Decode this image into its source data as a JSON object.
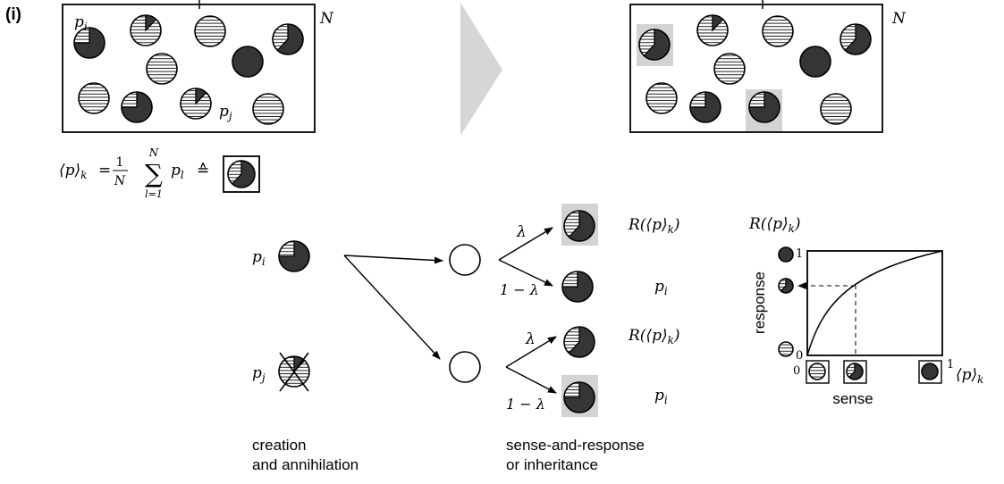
{
  "panel_label": "(i)",
  "population": {
    "size_label": "N",
    "label_pi": "p",
    "sub_i": "i",
    "label_pj": "p",
    "sub_j": "j"
  },
  "formula": {
    "lhs": "⟨p⟩",
    "lhs_sub": "k",
    "equals": "=",
    "frac_num": "1",
    "frac_den": "N",
    "sum_top": "N",
    "sum_symbol": "∑",
    "sum_bottom": "l=1",
    "term": "p",
    "term_sub": "l",
    "corresponds": "≙"
  },
  "process": {
    "pi": "p",
    "pi_sub": "i",
    "pj": "p",
    "pj_sub": "j",
    "lambda": "λ",
    "one_minus_lambda": "1 − λ",
    "response_func": "R(⟨p⟩",
    "response_func_sub": "k",
    "response_func_close": ")",
    "pi_out": "p",
    "pi_out_sub": "i"
  },
  "captions": {
    "creation_line1": "creation",
    "creation_line2": "and annihilation",
    "sense_line1": "sense-and-response",
    "sense_line2": "or inheritance"
  },
  "response_plot": {
    "title_func": "R(⟨p⟩",
    "title_sub": "k",
    "title_close": ")",
    "ylabel": "response",
    "xlabel": "sense",
    "y_tick_low": "0",
    "y_tick_high": "1",
    "x_tick_low": "0",
    "x_tick_high": "1",
    "x_var": "⟨p⟩",
    "x_var_sub": "k"
  },
  "colors": {
    "dark": "#353535",
    "highlight": "#d3d3d3",
    "arrow_shape": "#d6d6d6",
    "line": "#000000"
  }
}
